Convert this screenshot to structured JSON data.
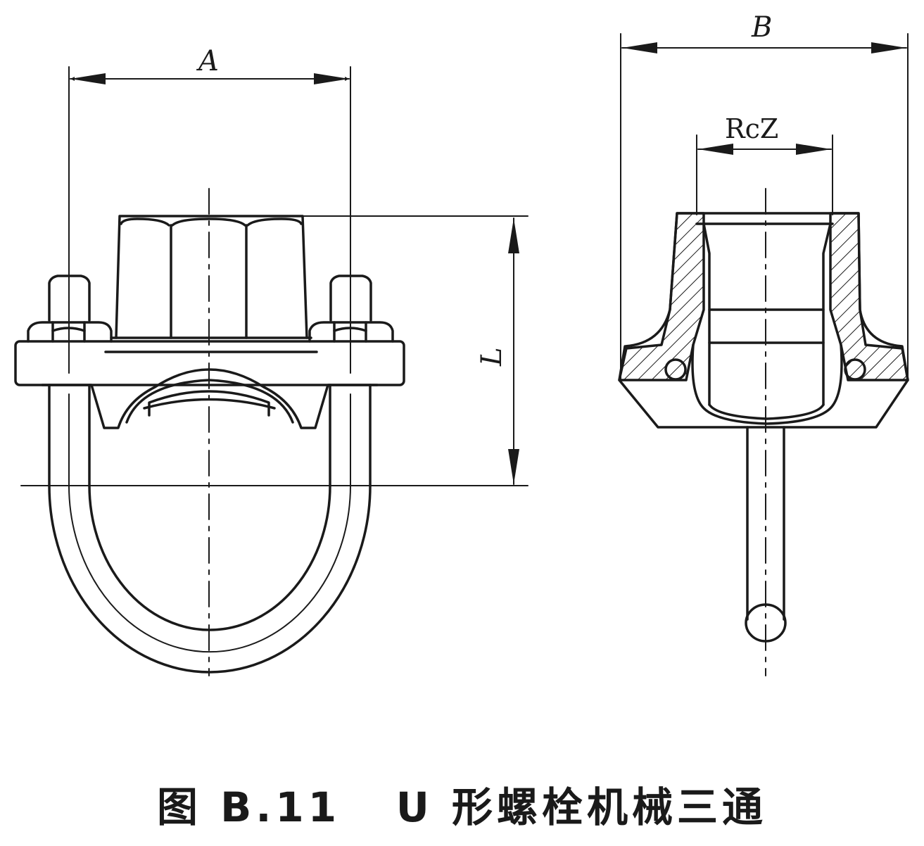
{
  "caption": "图 B.11   U 形螺栓机械三通",
  "dimensions": {
    "a": "A",
    "b": "B",
    "l": "L",
    "rcz": "RcZ"
  },
  "colors": {
    "line": "#1a1a1a",
    "background": "#ffffff"
  }
}
